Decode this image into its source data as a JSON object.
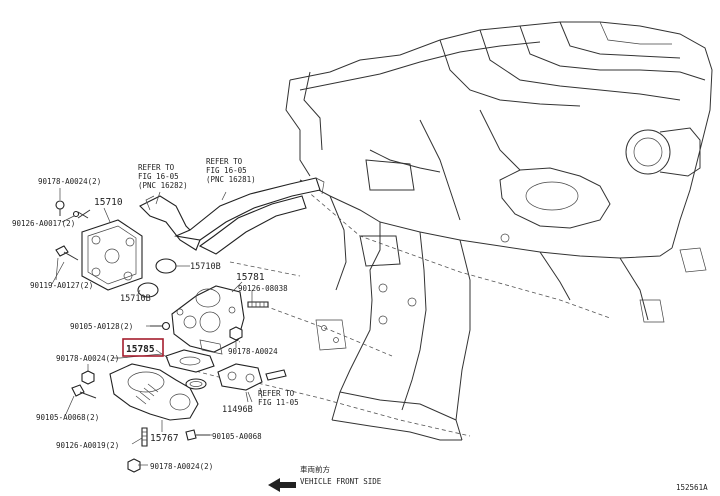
{
  "labels": {
    "l_90178_a0024_2_top": "90178-A0024(2)",
    "l_90126_a0017_2": "90126-A0017(2)",
    "l_15710": "15710",
    "l_90119_a0127_2": "90119-A0127(2)",
    "l_refer_a_1": "REFER TO",
    "l_refer_a_2": "FIG 16-05",
    "l_refer_a_3": "(PNC 16282)",
    "l_refer_b_1": "REFER TO",
    "l_refer_b_2": "FIG 16-05",
    "l_refer_b_3": "(PNC 16281)",
    "l_15710b_right": "15710B",
    "l_15710b_left": "15710B",
    "l_15781": "15781",
    "l_90126_08038": "90126-08038",
    "l_90105_a0128_2": "90105-A0128(2)",
    "l_15785": "15785",
    "l_90178_a0024_2_mid": "90178-A0024(2)",
    "l_90178_a0024": "90178-A0024",
    "l_refer_c_1": "REFER TO",
    "l_refer_c_2": "FIG 11-05",
    "l_11496b": "11496B",
    "l_90105_a0068_2": "90105-A0068(2)",
    "l_90126_a0019_2": "90126-A0019(2)",
    "l_15767": "15767",
    "l_90105_a0068": "90105-A0068",
    "l_90178_a0024_2_bot": "90178-A0024(2)",
    "l_front_jp": "車両前方",
    "l_front_en": "VEHICLE FRONT SIDE",
    "l_figure_id": "152561A"
  },
  "colors": {
    "highlight": "#a51d2d",
    "line": "#333333"
  }
}
